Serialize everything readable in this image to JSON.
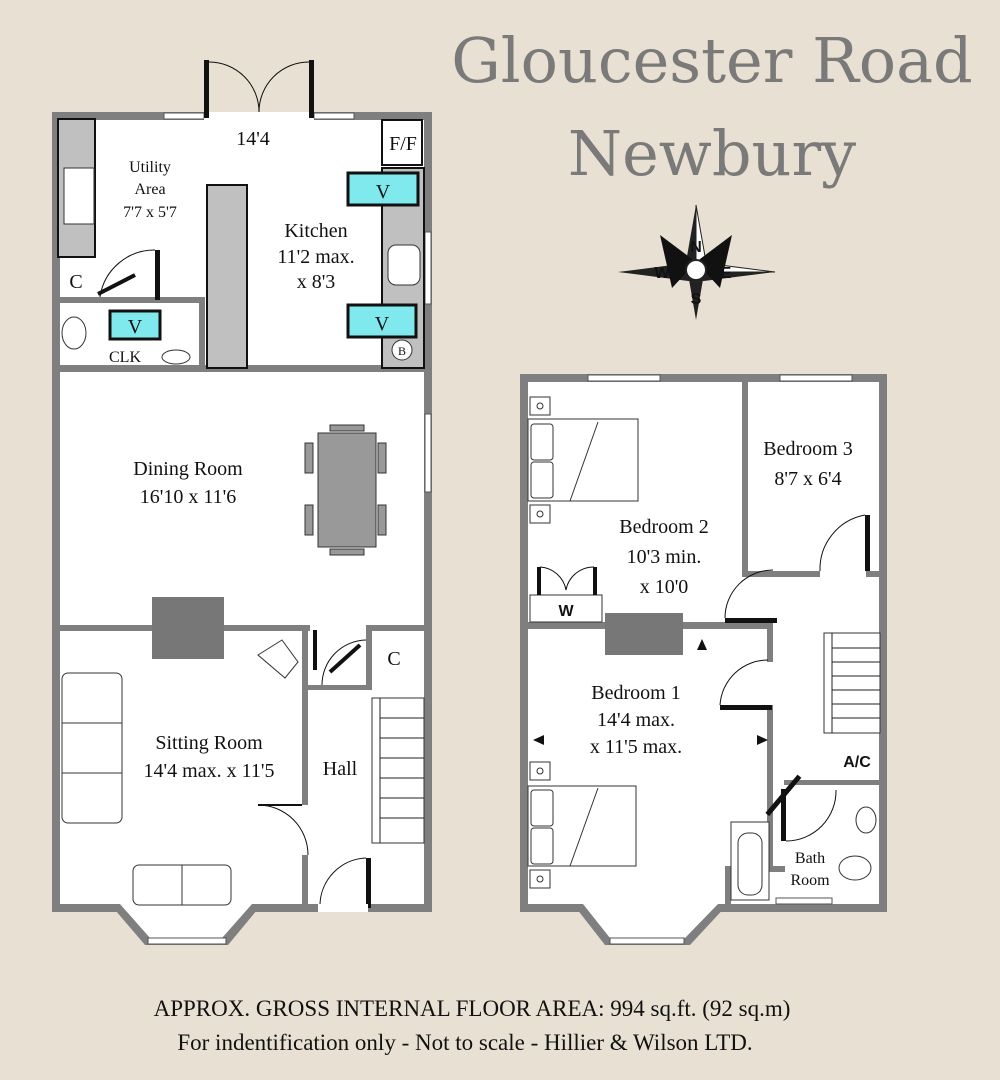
{
  "title": {
    "line1": "Gloucester Road",
    "line2": "Newbury"
  },
  "compass": {
    "n": "N",
    "e": "E",
    "s": "S",
    "w": "W"
  },
  "ground_floor": {
    "kitchen_width": "14'4",
    "ff": "F/F",
    "utility": {
      "line1": "Utility",
      "line2": "Area",
      "dims": "7'7 x 5'7"
    },
    "kitchen": {
      "name": "Kitchen",
      "dims1": "11'2 max.",
      "dims2": "x 8'3"
    },
    "cupboard": "C",
    "clk": "CLK",
    "v_label": "V",
    "boiler": "B",
    "dining": {
      "name": "Dining Room",
      "dims": "16'10 x 11'6"
    },
    "sitting": {
      "name": "Sitting Room",
      "dims": "14'4 max. x 11'5"
    },
    "hall": "Hall",
    "hall_cupboard": "C"
  },
  "first_floor": {
    "bedroom1": {
      "name": "Bedroom 1",
      "dims1": "14'4 max.",
      "dims2": "x 11'5 max."
    },
    "bedroom2": {
      "name": "Bedroom 2",
      "dims1": "10'3 min.",
      "dims2": "x 10'0"
    },
    "bedroom3": {
      "name": "Bedroom 3",
      "dims": "8'7 x 6'4"
    },
    "wardrobe": "W",
    "airing_cupboard": "A/C",
    "bathroom": {
      "line1": "Bath",
      "line2": "Room"
    }
  },
  "footer": {
    "area": "APPROX. GROSS INTERNAL FLOOR AREA: 994 sq.ft. (92 sq.m)",
    "disclaimer": "For indentification only - Not to scale - Hillier & Wilson LTD."
  }
}
